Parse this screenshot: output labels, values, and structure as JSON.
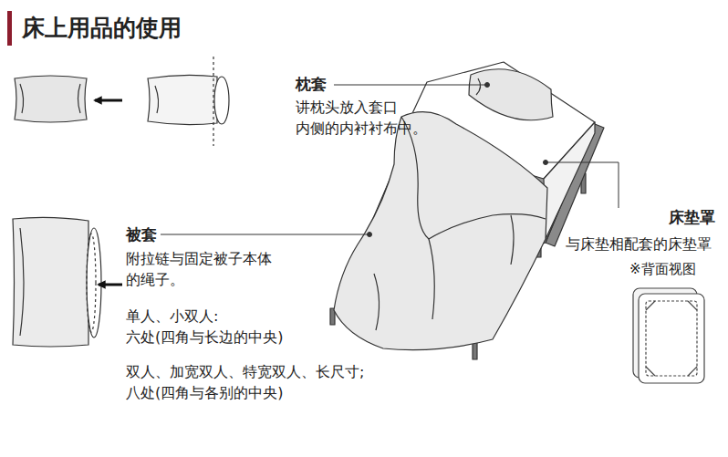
{
  "diagram": {
    "title": "床上用品的使用",
    "labels": [
      "枕套",
      "讲枕头放入套口 内侧的内衬衬布中。",
      "被套",
      "附拉链与固定被子本体 的绳子。",
      "单人、小双人: 六处(四角与长边的中央)",
      "双人、加宽双人、特宽双人、长尺寸; 八处(四角与各别的中央)",
      "床垫罩",
      "与床垫相配套的床垫罩",
      "※背面视图"
    ]
  }
}
